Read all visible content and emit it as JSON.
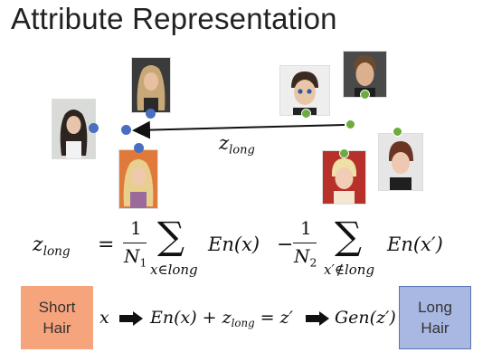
{
  "title": "Attribute Representation",
  "colors": {
    "blue_dot": "#4a6fc0",
    "green_dot": "#6cab3e",
    "short_box": "#f6a47c",
    "long_box": "#a9b8e3"
  },
  "diagram": {
    "vector_label": "z",
    "vector_label_sub": "long"
  },
  "equation": {
    "lhs": "z",
    "lhs_sub": "long",
    "equals": "=",
    "frac1_num": "1",
    "frac1_den": "N",
    "frac1_den_sub": "1",
    "sum1_sub": "x∈long",
    "term1": "En(x)",
    "minus": "−",
    "frac2_num": "1",
    "frac2_den": "N",
    "frac2_den_sub": "2",
    "sum2_sub": "x′∉long",
    "term2": "En(x′)"
  },
  "pipeline": {
    "short_hair_line1": "Short",
    "short_hair_line2": "Hair",
    "input": "x",
    "middle_part1": "En(x) + z",
    "middle_sub": "long",
    "middle_part2": " = z′",
    "output": "Gen(z′)",
    "long_hair_line1": "Long",
    "long_hair_line2": "Hair"
  }
}
